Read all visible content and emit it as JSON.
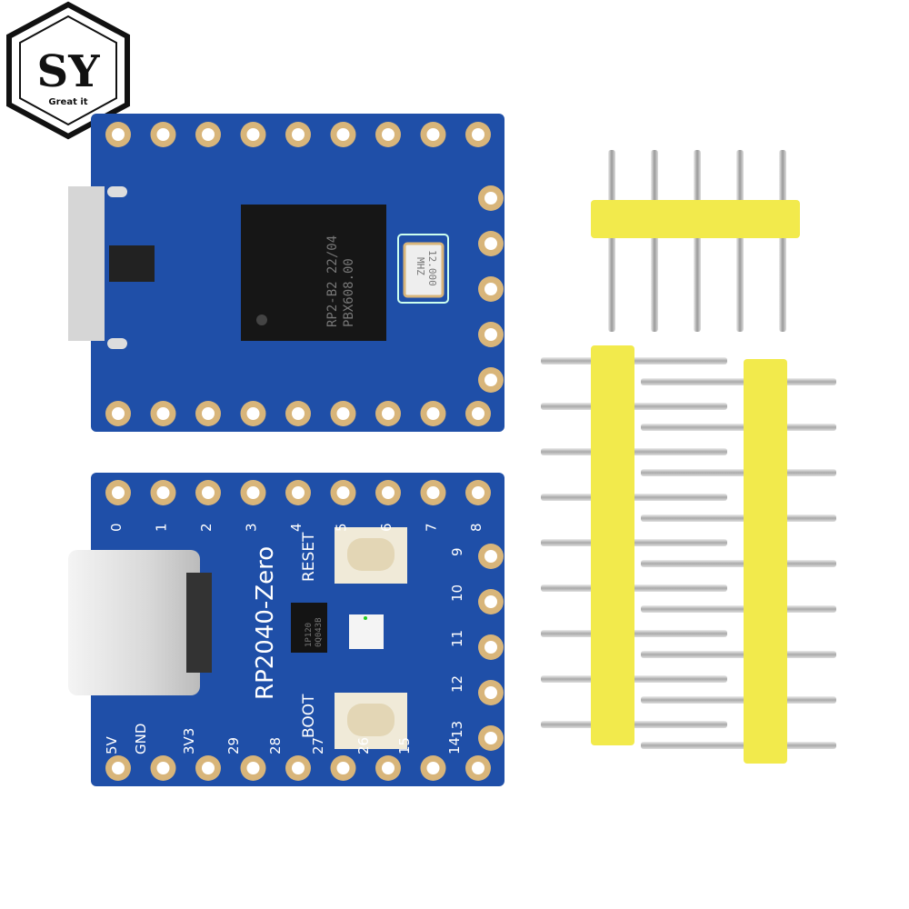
{
  "logo": {
    "letters": "SY",
    "tagline": "Great it"
  },
  "top_board": {
    "mcu_marking_line1": "RP2-B2  22/04",
    "mcu_marking_line2": "PBX608.00",
    "crystal_line1": "12.000",
    "crystal_line2": "MHZ"
  },
  "bottom_board": {
    "board_name": "RP2040-Zero",
    "reset_label": "RESET",
    "boot_label": "BOOT",
    "chip_line1": "1P120",
    "chip_line2": "0Q043B",
    "top_pins": [
      "0",
      "1",
      "2",
      "3",
      "4",
      "5",
      "6",
      "7",
      "8"
    ],
    "right_pins": [
      "9",
      "10",
      "11",
      "12",
      "13"
    ],
    "bottom_pins": [
      "5V",
      "GND",
      "3V3",
      "29",
      "28",
      "27",
      "26",
      "15",
      "14"
    ]
  },
  "colors": {
    "pcb": "#1f4fa8",
    "pad": "#d8b57a",
    "header": "#f2ea4c",
    "pin": "#c8c8c8"
  }
}
